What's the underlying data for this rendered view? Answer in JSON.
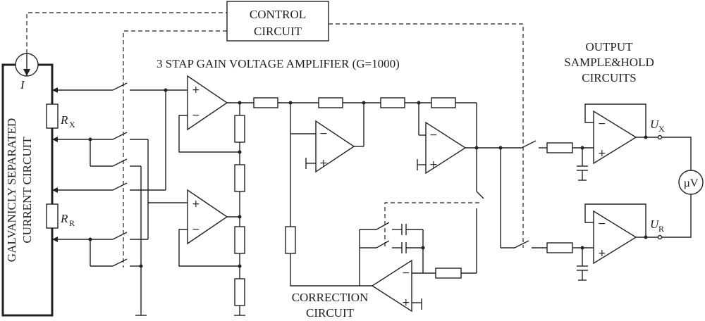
{
  "labels": {
    "control_line1": "CONTROL",
    "control_line2": "CIRCUIT",
    "amplifier": "3 STAP GAIN VOLTAGE  AMPLIFIER (G=1000)",
    "output_line1": "OUTPUT",
    "output_line2": "SAMPLE&HOLD",
    "output_line3": "CIRCUITS",
    "galvanic_line1": "GALVANICLY SEPARATED",
    "galvanic_line2": "CURRENT CIRCUIT",
    "correction_line1": "CORRECTION",
    "correction_line2": "CIRCUIT",
    "current_symbol": "I",
    "rx_main": "R",
    "rx_sub": "X",
    "rr_main": "R",
    "rr_sub": "R",
    "ux_main": "U",
    "ux_sub": "X",
    "ur_main": "U",
    "ur_sub": "R",
    "voltmeter": "µV"
  },
  "opamp_signs": {
    "plus": "+",
    "minus": "−"
  }
}
